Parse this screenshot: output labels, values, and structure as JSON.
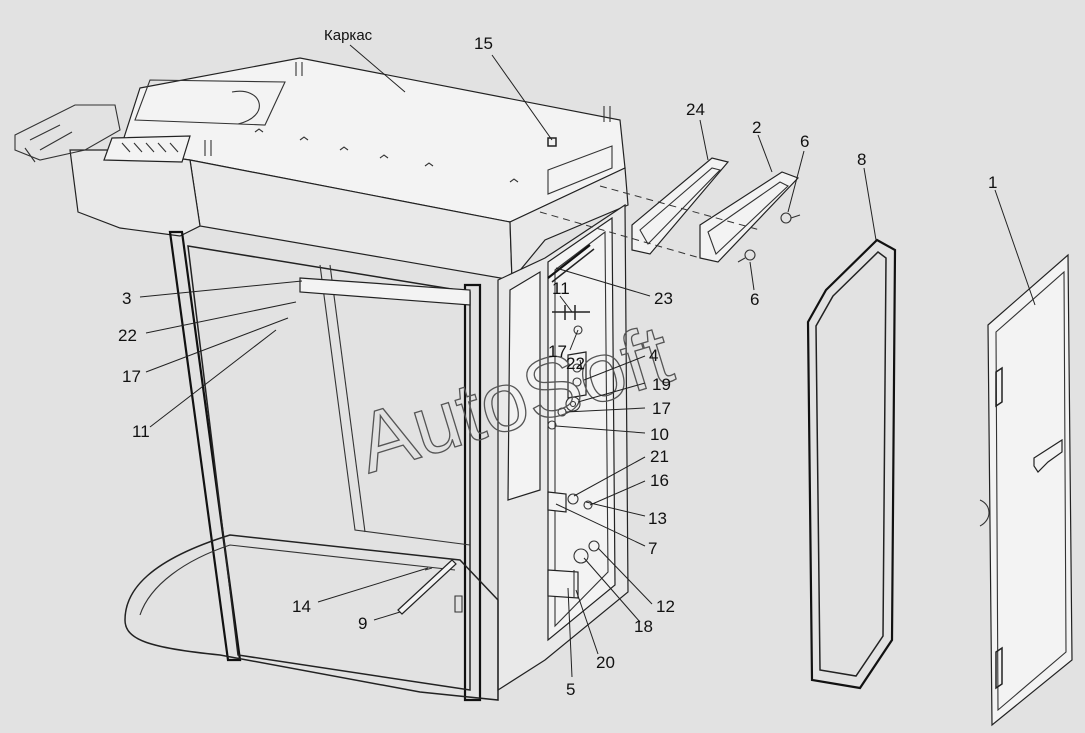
{
  "diagram": {
    "frame_label": "Каркас",
    "watermark": "AutoSoft",
    "part_labels": [
      "15",
      "24",
      "2",
      "6",
      "8",
      "1",
      "6",
      "3",
      "22",
      "17",
      "11",
      "11",
      "23",
      "17",
      "22",
      "4",
      "19",
      "17",
      "10",
      "21",
      "16",
      "13",
      "7",
      "12",
      "18",
      "20",
      "5",
      "14",
      "9"
    ]
  }
}
